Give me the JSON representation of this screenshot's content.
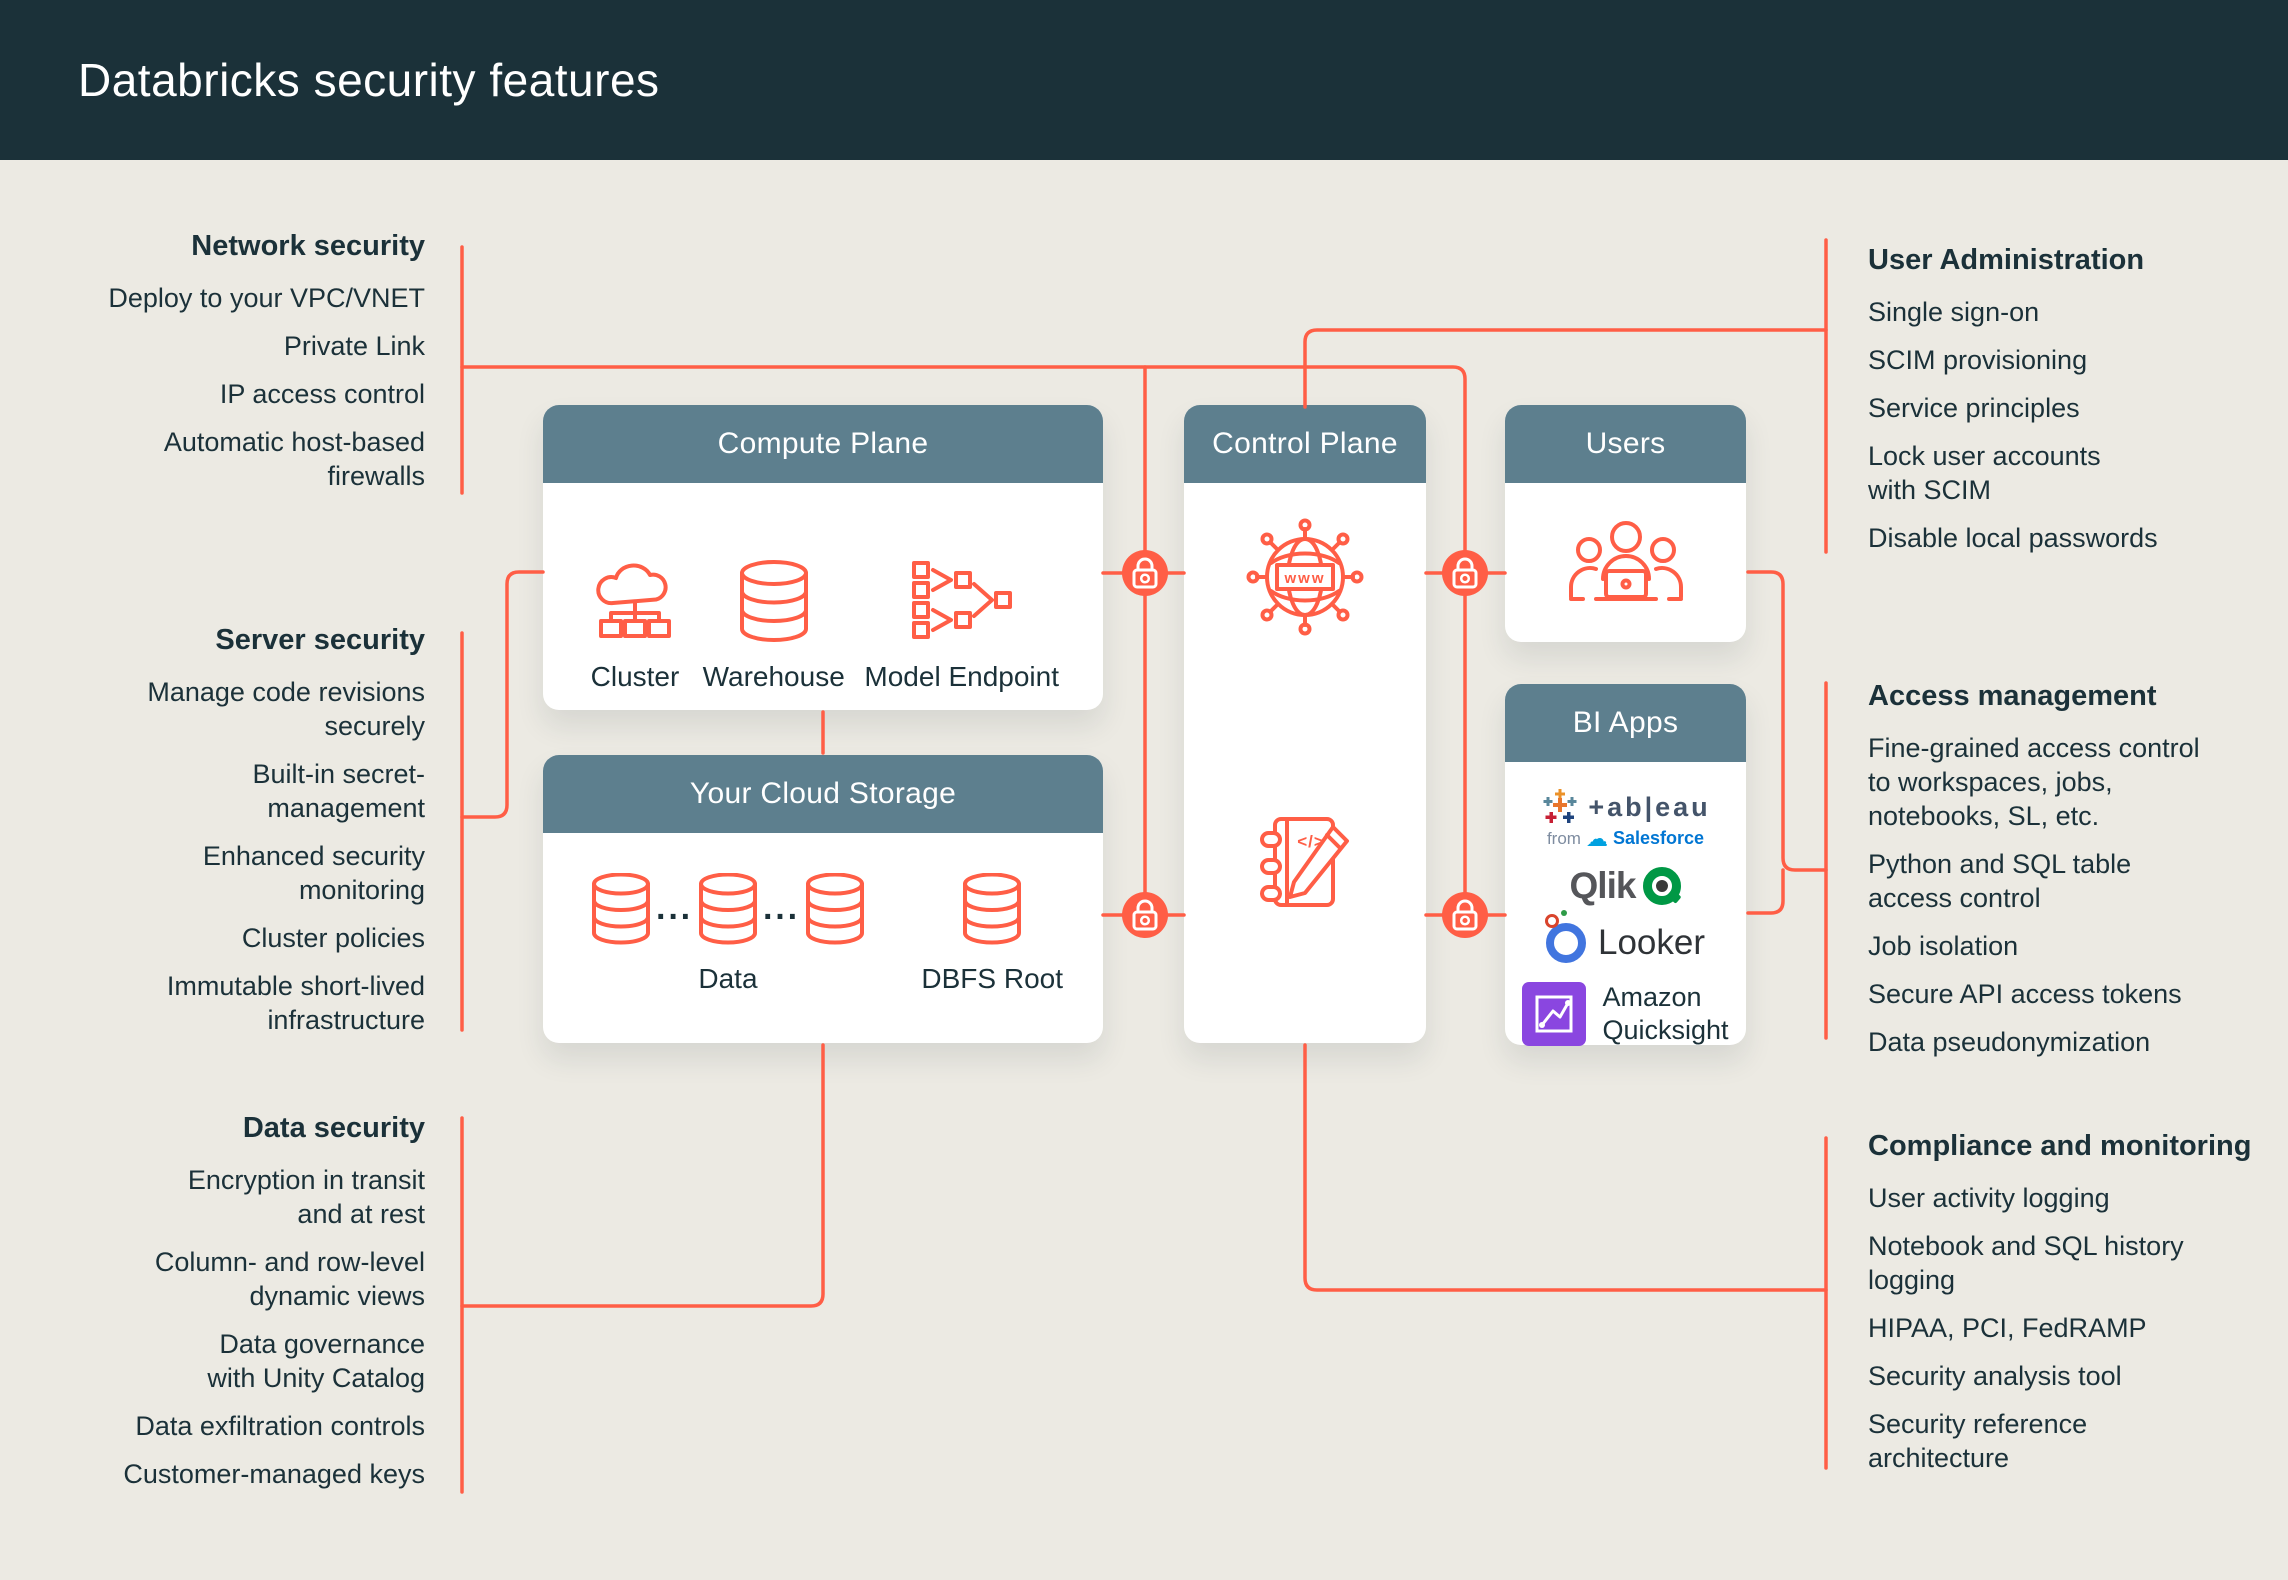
{
  "title": "Databricks security features",
  "colors": {
    "accent_orange": "#FF5E46",
    "header_background": "#1B3139",
    "panel_header": "#5D7F8E",
    "page_background": "#ECEAE3",
    "text": "#1B3139"
  },
  "left_sections": [
    {
      "heading": "Network security",
      "items": [
        "Deploy to your VPC/VNET",
        "Private Link",
        "IP access control",
        "Automatic host-based\nfirewalls"
      ]
    },
    {
      "heading": "Server security",
      "items": [
        "Manage code revisions\nsecurely",
        "Built-in secret-\nmanagement",
        "Enhanced security\nmonitoring",
        "Cluster policies",
        "Immutable short-lived\ninfrastructure"
      ]
    },
    {
      "heading": "Data security",
      "items": [
        "Encryption in transit\nand at rest",
        "Column- and row-level\ndynamic views",
        "Data governance\nwith Unity Catalog",
        "Data exfiltration controls",
        "Customer-managed keys"
      ]
    }
  ],
  "right_sections": [
    {
      "heading": "User Administration",
      "items": [
        "Single sign-on",
        "SCIM provisioning",
        "Service principles",
        "Lock user accounts\nwith SCIM",
        "Disable local passwords"
      ]
    },
    {
      "heading": "Access management",
      "items": [
        "Fine-grained access control\nto workspaces, jobs,\nnotebooks, SL, etc.",
        "Python and SQL table\naccess control",
        "Job isolation",
        "Secure API access tokens",
        "Data pseudonymization"
      ]
    },
    {
      "heading": "Compliance and monitoring",
      "items": [
        "User activity logging",
        "Notebook and SQL history\nlogging",
        "HIPAA, PCI, FedRAMP",
        "Security analysis tool",
        "Security reference\narchitecture"
      ]
    }
  ],
  "boxes": {
    "compute_plane": {
      "title": "Compute Plane",
      "items": [
        {
          "label": "Cluster"
        },
        {
          "label": "Warehouse"
        },
        {
          "label": "Model Endpoint"
        }
      ]
    },
    "cloud_storage": {
      "title": "Your Cloud Storage",
      "ellipsis": "···",
      "items": [
        {
          "label": "Data"
        },
        {
          "label": "DBFS Root"
        }
      ]
    },
    "control_plane": {
      "title": "Control Plane",
      "globe_text": "www"
    },
    "users": {
      "title": "Users"
    },
    "bi_apps": {
      "title": "BI Apps",
      "tableau_word": "+ab|eau",
      "tableau_from": "from",
      "tableau_brand": "Salesforce",
      "qlik": "Qlik",
      "looker": "Looker",
      "quicksight": "Amazon\nQuicksight"
    }
  }
}
